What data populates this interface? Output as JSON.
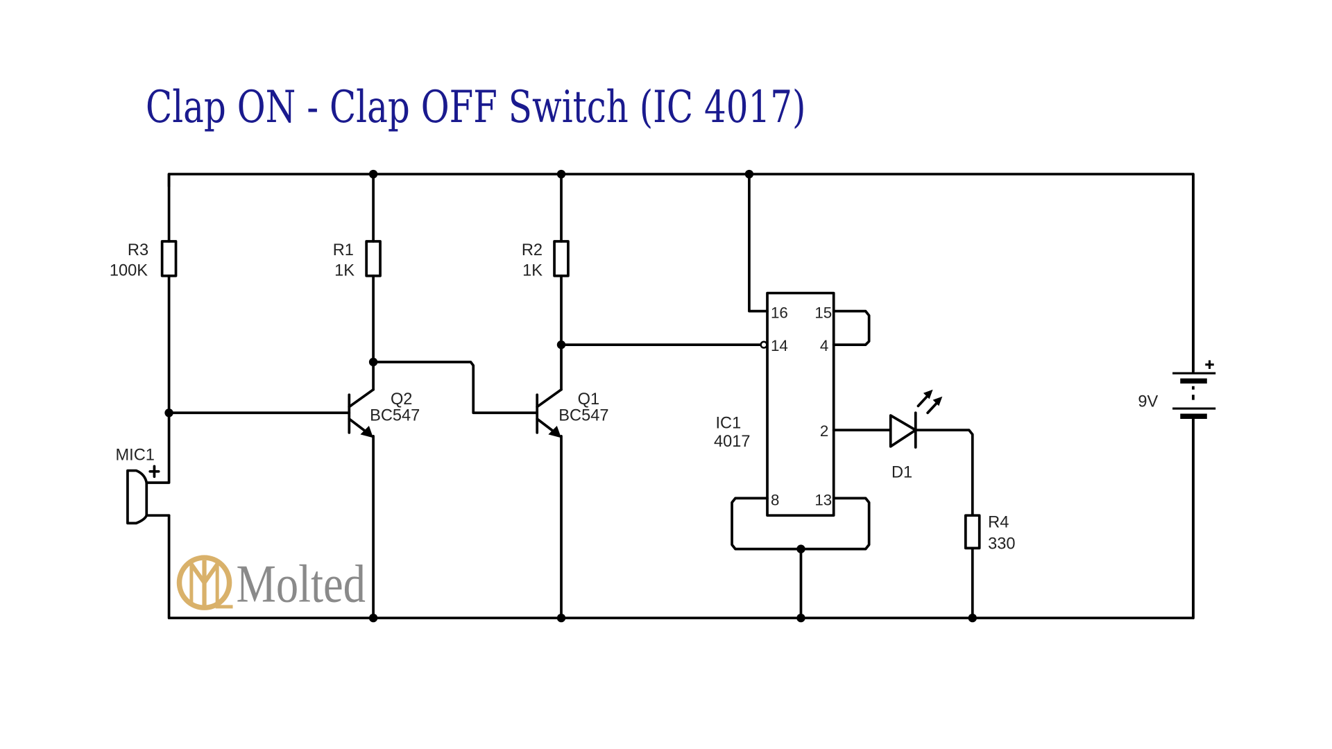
{
  "title": "Clap ON - Clap OFF Switch (IC 4017)",
  "watermark": {
    "text": "Molted",
    "logo_color": "#d9b16a",
    "text_color": "#8a8a8a"
  },
  "colors": {
    "title": "#1a1a8e",
    "wire": "#000000"
  },
  "components": {
    "R3": {
      "ref": "R3",
      "value": "100K"
    },
    "R1": {
      "ref": "R1",
      "value": "1K"
    },
    "R2": {
      "ref": "R2",
      "value": "1K"
    },
    "R4": {
      "ref": "R4",
      "value": "330"
    },
    "Q1": {
      "ref": "Q1",
      "value": "BC547"
    },
    "Q2": {
      "ref": "Q2",
      "value": "BC547"
    },
    "IC1": {
      "ref": "IC1",
      "value": "4017",
      "pins": {
        "p16": "16",
        "p15": "15",
        "p14": "14",
        "p4": "4",
        "p2": "2",
        "p8": "8",
        "p13": "13"
      }
    },
    "D1": {
      "ref": "D1"
    },
    "MIC1": {
      "ref": "MIC1",
      "polarity": "+"
    },
    "BAT": {
      "value": "9V",
      "polarity": "+"
    }
  }
}
